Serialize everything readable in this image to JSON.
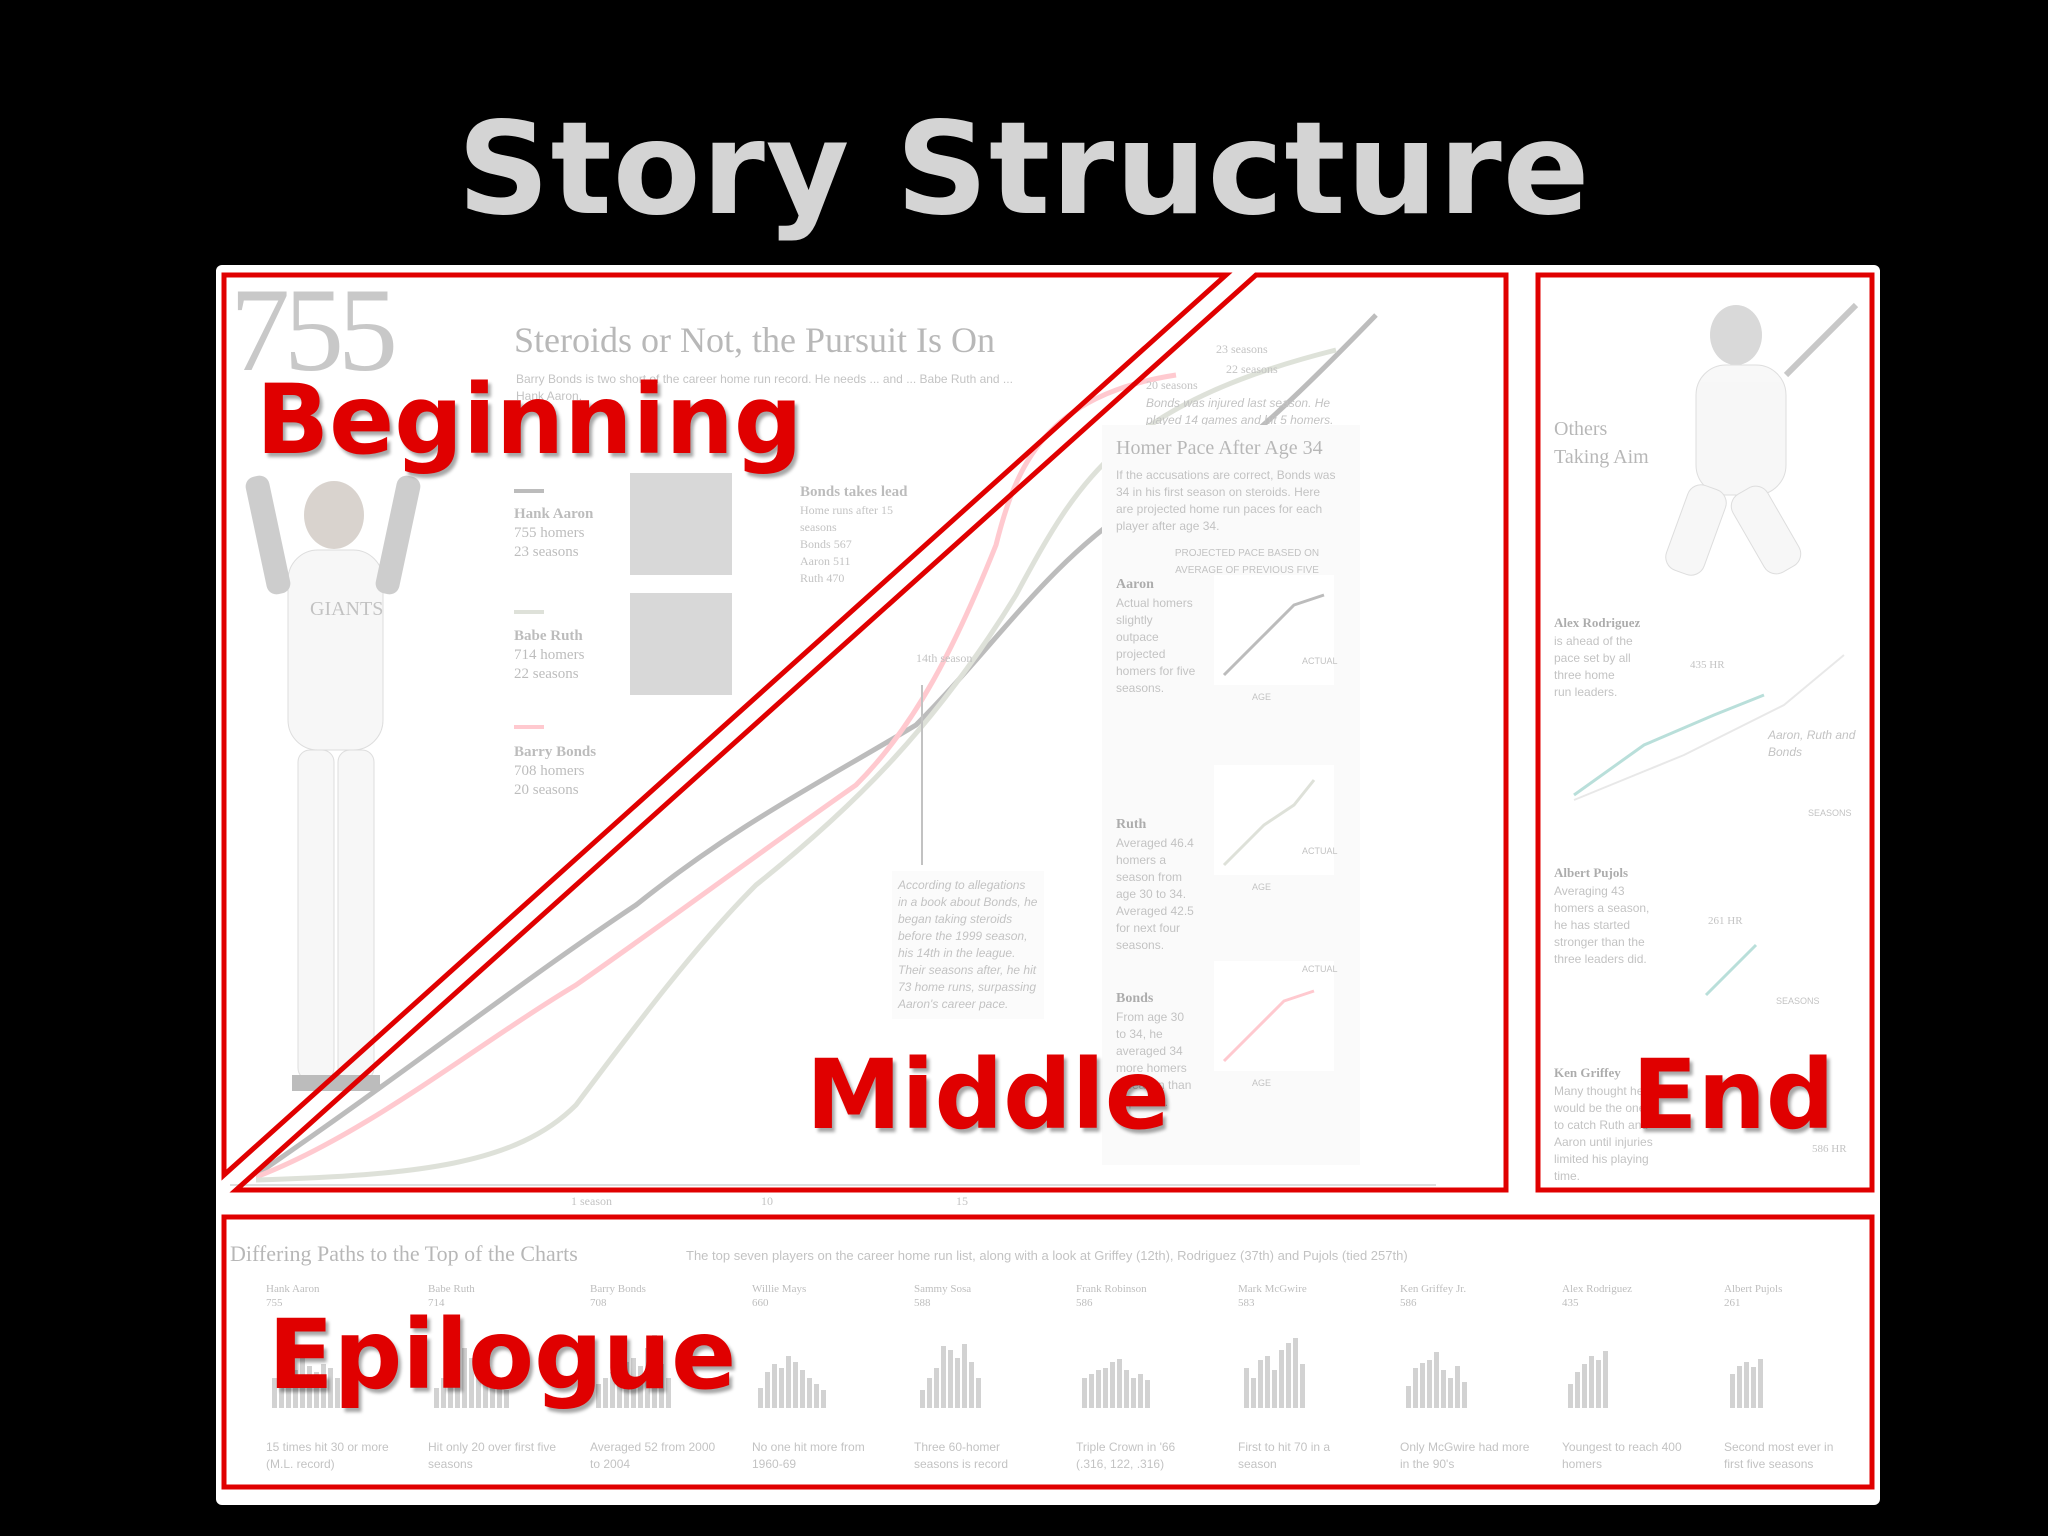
{
  "slide": {
    "title": "Story Structure",
    "accent_color": "#e00000",
    "background_color": "#000000"
  },
  "sections": {
    "beginning": "Beginning",
    "middle": "Middle",
    "end": "End",
    "epilogue": "Epilogue"
  },
  "graphic": {
    "big_number": "755",
    "headline": "Steroids or Not, the Pursuit Is On",
    "dek": "Barry Bonds is two short of the career home run record. He needs ... and ... Babe Ruth and ... Hank Aaron.",
    "legend": [
      {
        "name": "Hank Aaron",
        "homers": "755 homers",
        "seasons": "23 seasons",
        "color": "#333333"
      },
      {
        "name": "Babe Ruth",
        "homers": "714 homers",
        "seasons": "22 seasons",
        "color": "#9aa58a"
      },
      {
        "name": "Barry Bonds",
        "homers": "708 homers",
        "seasons": "20 seasons",
        "color": "#ff5a6e"
      }
    ],
    "bonds_lead": {
      "title": "Bonds takes lead",
      "body": "Home runs after 15 seasons",
      "rows": [
        [
          "Bonds",
          "567"
        ],
        [
          "Aaron",
          "511"
        ],
        [
          "Ruth",
          "470"
        ]
      ]
    },
    "end_labels": [
      "23 seasons",
      "22 seasons",
      "20 seasons"
    ],
    "injury_note": "Bonds was injured last season. He played 14 games and hit 5 homers.",
    "season_marker": "14th season",
    "allegation_note": "According to allegations in a book about Bonds, he began taking steroids before the 1999 season, his 14th in the league. Their seasons after, he hit 73 home runs, surpassing Aaron's career pace.",
    "x_axis_labels": [
      "1 season",
      "10",
      "15"
    ],
    "pace": {
      "title": "Homer Pace After Age 34",
      "intro": "If the accusations are correct, Bonds was 34 in his first season on steroids. Here are projected home run paces for each player after age 34.",
      "subhead": "PROJECTED PACE BASED ON AVERAGE OF PREVIOUS FIVE SEASONS",
      "players": [
        {
          "name": "Aaron",
          "text": "Actual homers slightly outpace projected homers for five seasons.",
          "tag": "ACTUAL",
          "age": "AGE"
        },
        {
          "name": "Ruth",
          "text": "Averaged 46.4 homers a season from age 30 to 34. Averaged 42.5 for next four seasons.",
          "tag": "ACTUAL",
          "age": "AGE"
        },
        {
          "name": "Bonds",
          "text": "From age 30 to 34, he averaged 34 more homers a season than expected.",
          "tag": "ACTUAL",
          "age": "AGE"
        }
      ]
    },
    "others": {
      "title": "Others Taking Aim",
      "players": [
        {
          "name": "Alex Rodriguez",
          "note": "is ahead of the pace set by all three home run leaders.",
          "value": "435 HR",
          "tag": "SEASONS",
          "annotation": "Aaron, Ruth and Bonds"
        },
        {
          "name": "Albert Pujols",
          "note": "Averaging 43 homers a season, he has started stronger than the three leaders did.",
          "value": "261 HR",
          "tag": "SEASONS"
        },
        {
          "name": "Ken Griffey",
          "note": "Many thought he would be the one to catch Ruth and Aaron until injuries limited his playing time.",
          "value": "586 HR"
        }
      ]
    },
    "paths": {
      "title": "Differing Paths to the Top of the Charts",
      "subtitle": "The top seven players on the career home run list, along with a look at Griffey (12th), Rodriguez (37th) and Pujols (tied 257th)",
      "players": [
        {
          "name": "Hank Aaron",
          "hr": "755",
          "note": "15 times hit 30 or more (M.L. record)"
        },
        {
          "name": "Babe Ruth",
          "hr": "714",
          "note": "Hit only 20 over first five seasons"
        },
        {
          "name": "Barry Bonds",
          "hr": "708",
          "note": "Averaged 52 from 2000 to 2004"
        },
        {
          "name": "Willie Mays",
          "hr": "660",
          "note": "No one hit more from 1960-69"
        },
        {
          "name": "Sammy Sosa",
          "hr": "588",
          "note": "Three 60-homer seasons is record"
        },
        {
          "name": "Frank Robinson",
          "hr": "586",
          "note": "Triple Crown in '66 (.316, 122, .316)"
        },
        {
          "name": "Mark McGwire",
          "hr": "583",
          "note": "First to hit 70 in a season"
        },
        {
          "name": "Ken Griffey Jr.",
          "hr": "586",
          "note": "Only McGwire had more in the 90's"
        },
        {
          "name": "Alex Rodriguez",
          "hr": "435",
          "note": "Youngest to reach 400 homers"
        },
        {
          "name": "Albert Pujols",
          "hr": "261",
          "note": "Second most ever in first five seasons"
        }
      ]
    }
  }
}
